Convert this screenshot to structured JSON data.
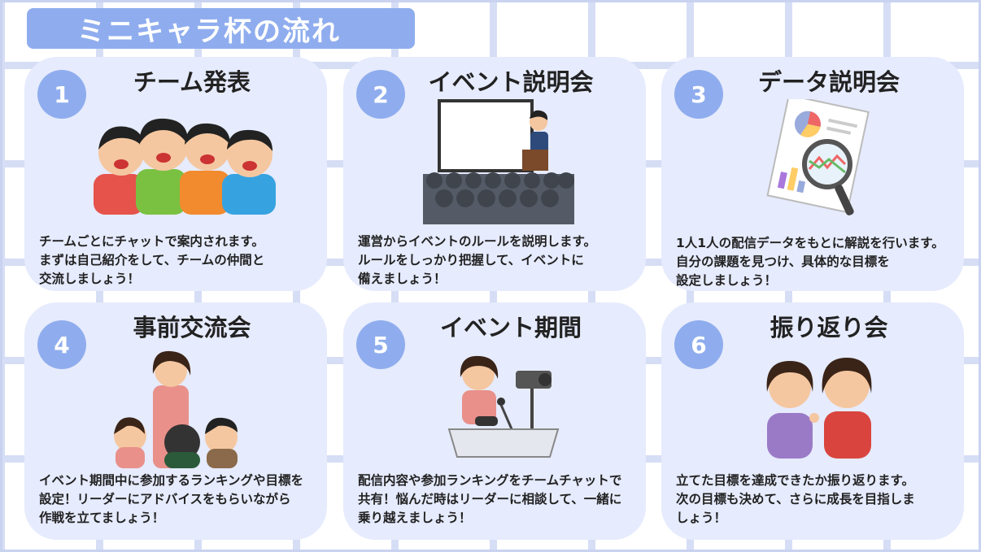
{
  "title": "ミニキャラ杯の流れ",
  "steps": [
    {
      "number": "1",
      "heading": "チーム発表",
      "lines": [
        "チームごとにチャットで案内されます。",
        "まずは自己紹介をして、チームの仲間と",
        "交流しましょう！"
      ]
    },
    {
      "number": "2",
      "heading": "イベント説明会",
      "lines": [
        "運営からイベントのルールを説明します。",
        "ルールをしっかり把握して、イベントに",
        "備えましょう！"
      ]
    },
    {
      "number": "3",
      "heading": "データ説明会",
      "lines": [
        "1人1人の配信データをもとに解説を行います。",
        "自分の課題を見つけ、具体的な目標を",
        "設定しましょう！"
      ]
    },
    {
      "number": "4",
      "heading": "事前交流会",
      "lines": [
        "イベント期間中に参加するランキングや目標を",
        "設定！リーダーにアドバイスをもらいながら",
        "作戦を立てましょう！"
      ]
    },
    {
      "number": "5",
      "heading": "イベント期間",
      "lines": [
        "配信内容や参加ランキングをチームチャットで",
        "共有！悩んだ時はリーダーに相談して、一緒に",
        "乗り越えましょう！"
      ]
    },
    {
      "number": "6",
      "heading": "振り返り会",
      "lines": [
        "立てた目標を達成できたか振り返ります。",
        "次の目標も決めて、さらに成長を目指しま",
        "しょう！"
      ]
    }
  ]
}
